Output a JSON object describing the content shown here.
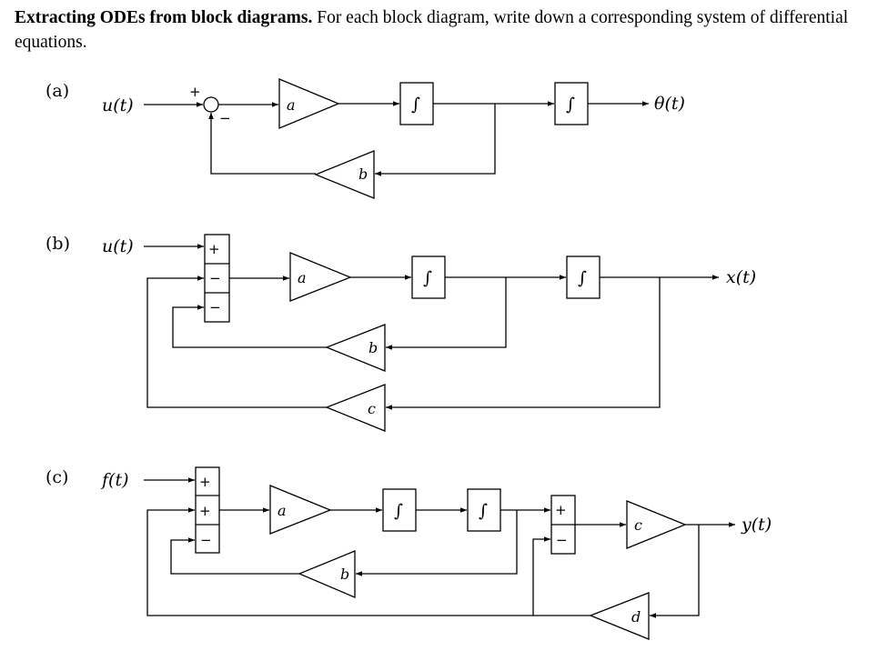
{
  "intro": {
    "bold": "Extracting ODEs from block diagrams.",
    "rest": "For each block diagram, write down a corresponding system of differential equations."
  },
  "a": {
    "part": "(a)",
    "input": "u(t)",
    "output": "θ(t)",
    "gain_fwd": "a",
    "gain_fb": "b",
    "int1": "∫",
    "int2": "∫",
    "sum_plus": "+",
    "sum_minus": "−"
  },
  "b": {
    "part": "(b)",
    "input": "u(t)",
    "output": "x(t)",
    "gain_fwd": "a",
    "gain_fb1": "b",
    "gain_fb2": "c",
    "int1": "∫",
    "int2": "∫",
    "sum_s1": "+",
    "sum_s2": "−",
    "sum_s3": "−"
  },
  "c": {
    "part": "(c)",
    "input": "f(t)",
    "output": "y(t)",
    "gain_fwd": "a",
    "gain_fb1": "b",
    "gain_out": "c",
    "gain_fb2": "d",
    "int1": "∫",
    "int2": "∫",
    "sum1_s1": "+",
    "sum1_s2": "+",
    "sum1_s3": "−",
    "sum2_s1": "+",
    "sum2_s2": "−"
  }
}
